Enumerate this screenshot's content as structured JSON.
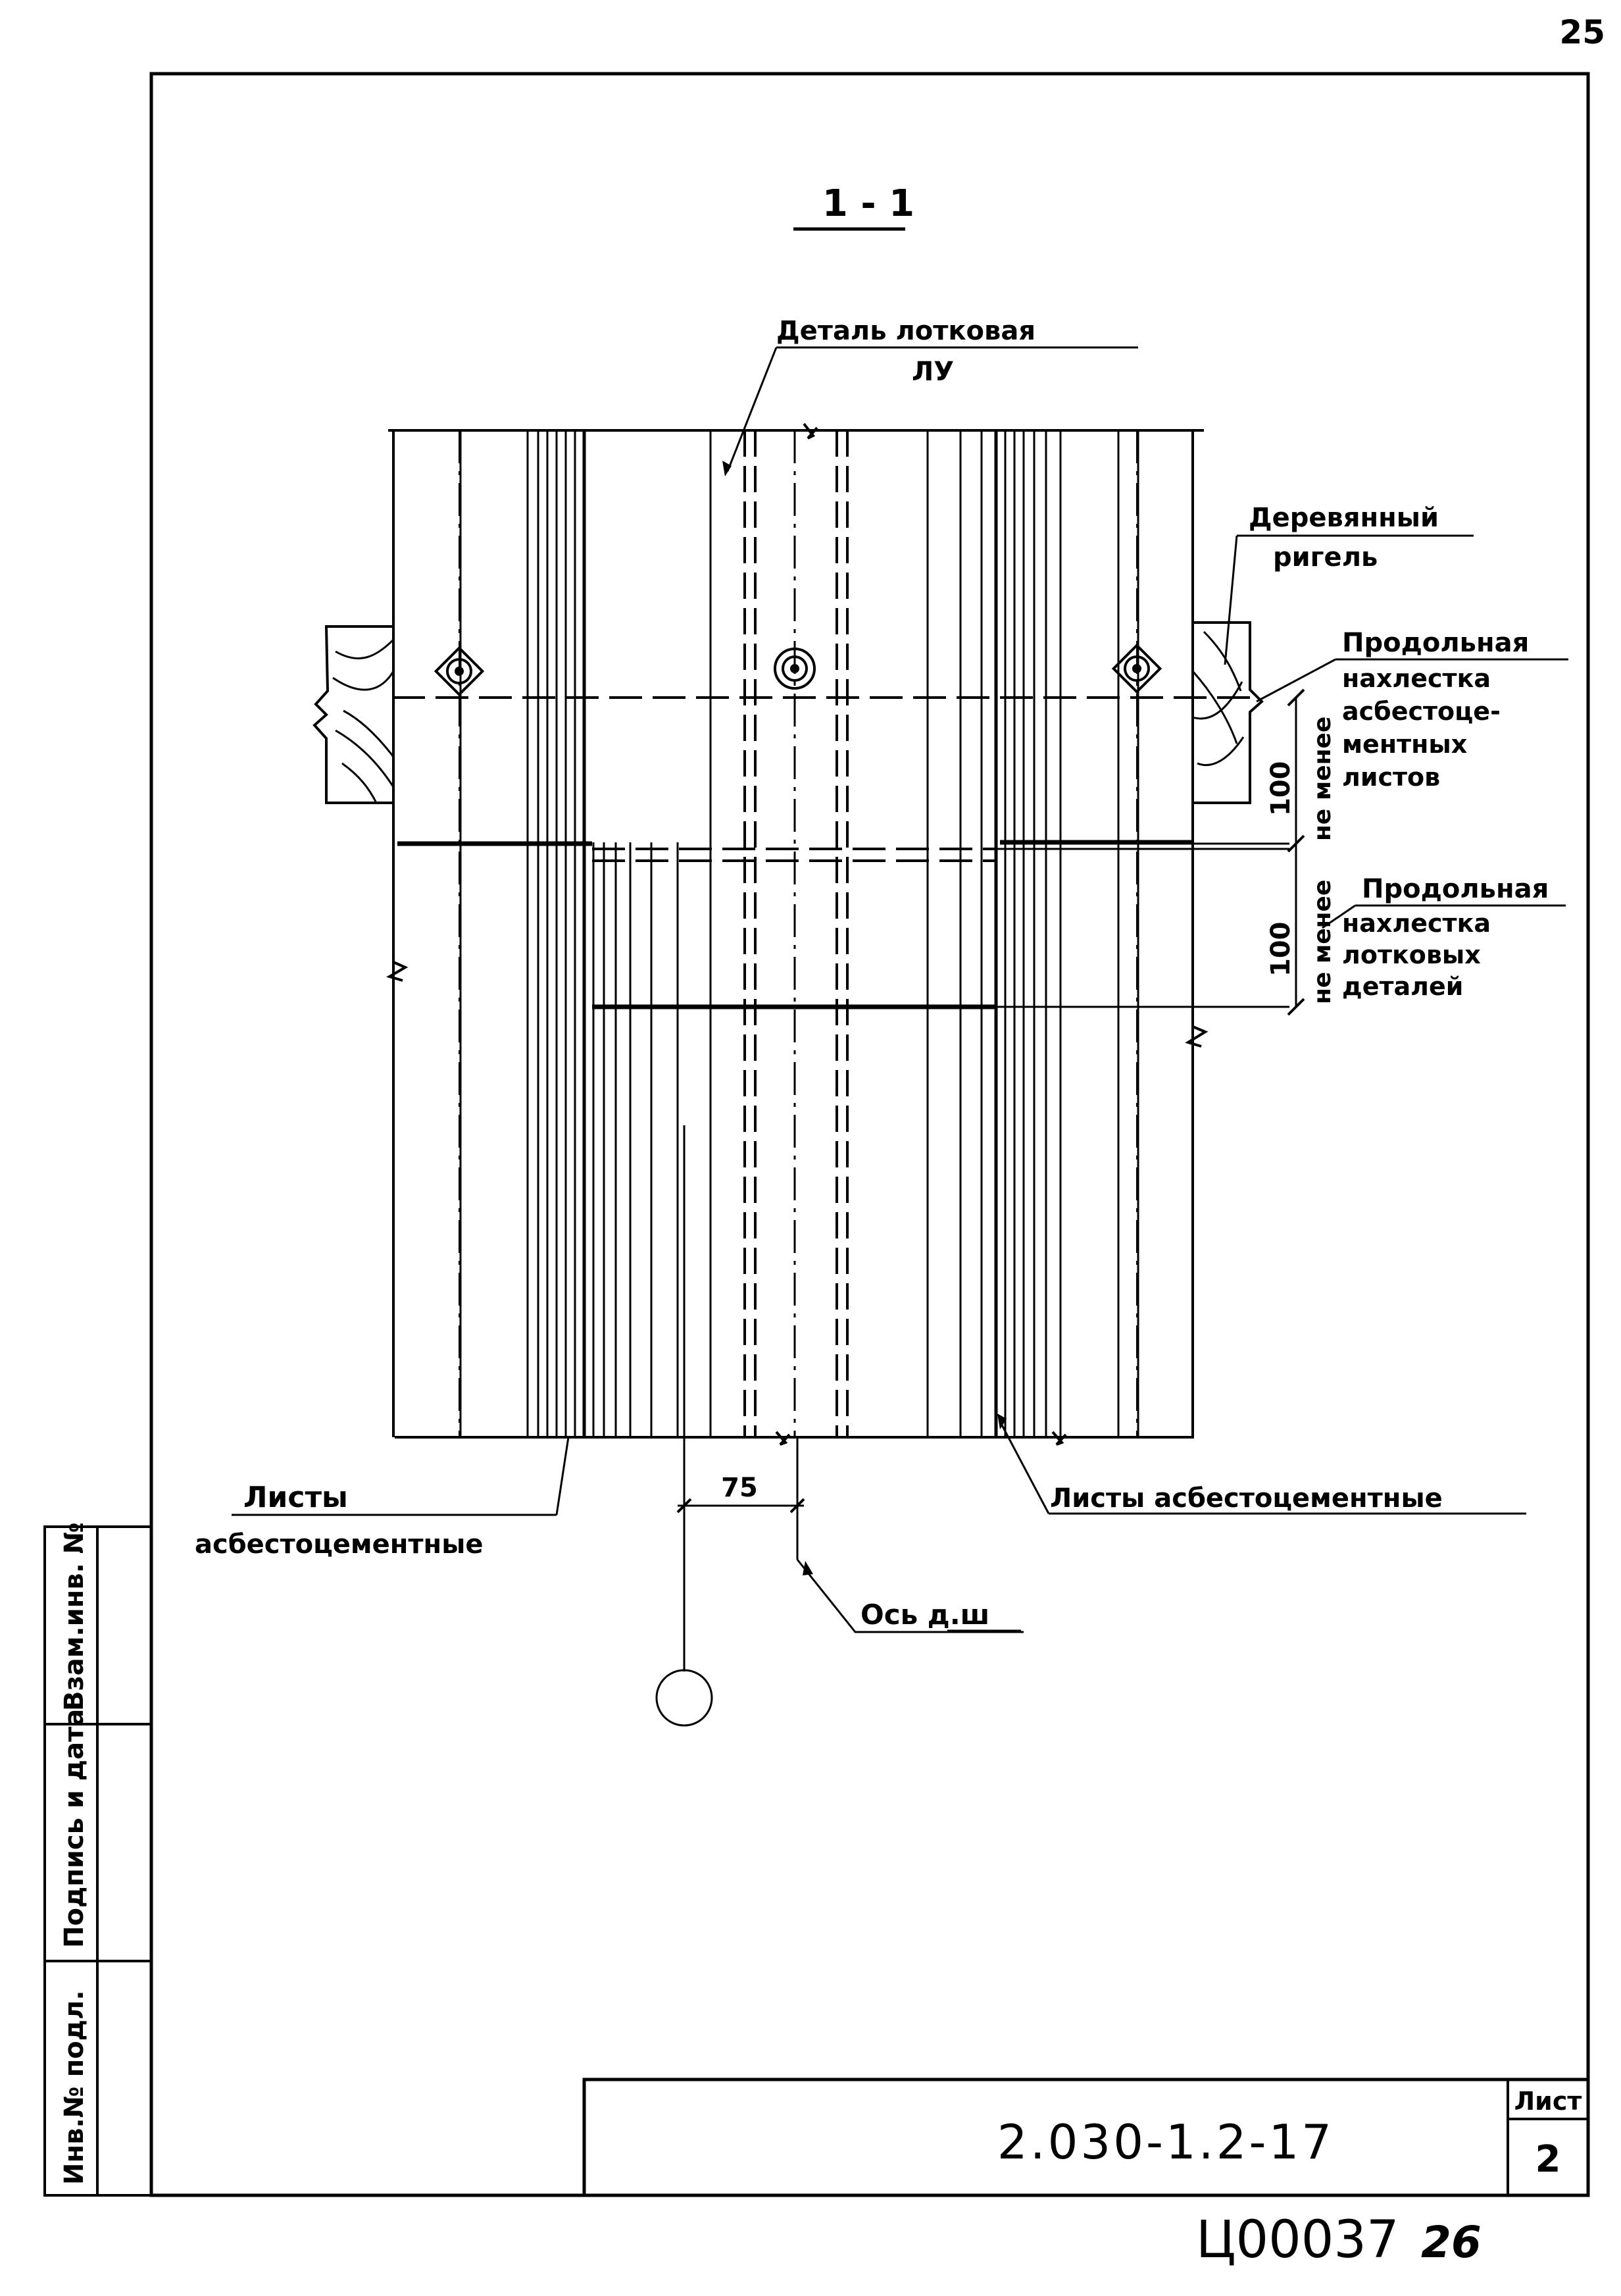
{
  "sheet": {
    "page_number": "25",
    "section_title": "1 - 1",
    "document_code": "2.030-1.2-17",
    "sheet_label": "Лист",
    "sheet_number": "2",
    "archive_number": "Ц00037",
    "archive_page": "26"
  },
  "side_stamp": {
    "inv_no_podl": "Инв.№ подл.",
    "signature_date": "Подпись и дата",
    "vzam_inv_no": "Взам.инв. №"
  },
  "callouts": {
    "trough_detail_line1": "Деталь лотковая",
    "trough_detail_line2": "ЛУ",
    "wooden_crossbar_line1": "Деревянный",
    "wooden_crossbar_line2": "ригель",
    "overlap_sheets_line1": "Продольная",
    "overlap_sheets_line2": "нахлестка",
    "overlap_sheets_line3": "асбестоце-",
    "overlap_sheets_line4": "ментных",
    "overlap_sheets_line5": "листов",
    "overlap_trough_line1": "Продольная",
    "overlap_trough_line2": "нахлестка",
    "overlap_trough_line3": "лотковых",
    "overlap_trough_line4": "деталей",
    "sheets_left_line1": "Листы",
    "sheets_left_line2": "асбестоцементные",
    "sheets_right": "Листы асбестоцементные",
    "axis_label": "Ось д.ш"
  },
  "dimensions": {
    "overlap_upper_value": "100",
    "overlap_upper_note": "не менее",
    "overlap_lower_value": "100",
    "overlap_lower_note": "не менее",
    "axis_offset": "75"
  }
}
